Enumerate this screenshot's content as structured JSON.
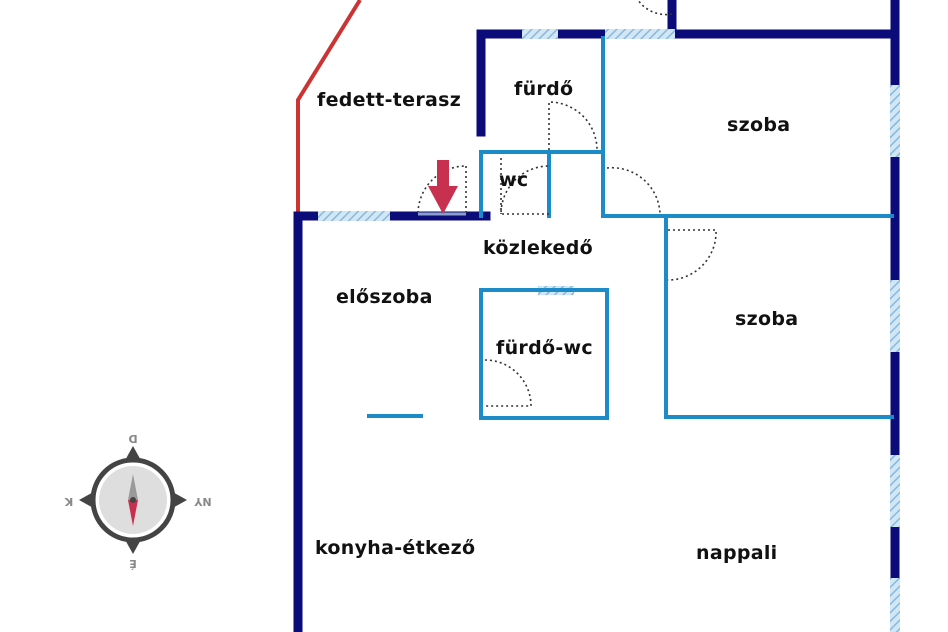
{
  "plan": {
    "rooms": {
      "fedett_terasz": "fedett-terasz",
      "furdo": "fürdő",
      "wc": "wc",
      "szoba_upper": "szoba",
      "kozlekedo": "közlekedő",
      "eloszoba": "előszoba",
      "szoba_lower": "szoba",
      "furdo_wc": "fürdő-wc",
      "konyha_etkezo": "konyha-étkező",
      "nappali": "nappali"
    },
    "entrance_marker": "arrow-down-icon"
  },
  "compass": {
    "north": "D",
    "east": "NY",
    "south": "É",
    "west": "K"
  },
  "colors": {
    "exterior_wall": "#0b0b7a",
    "interior_wall": "#1e8bc9",
    "terrace_outline": "#cc3333",
    "window_hatch": "#9cc6e6",
    "entrance_arrow": "#c8304f",
    "compass_ring": "#444444",
    "compass_needle": "#c8304f"
  }
}
